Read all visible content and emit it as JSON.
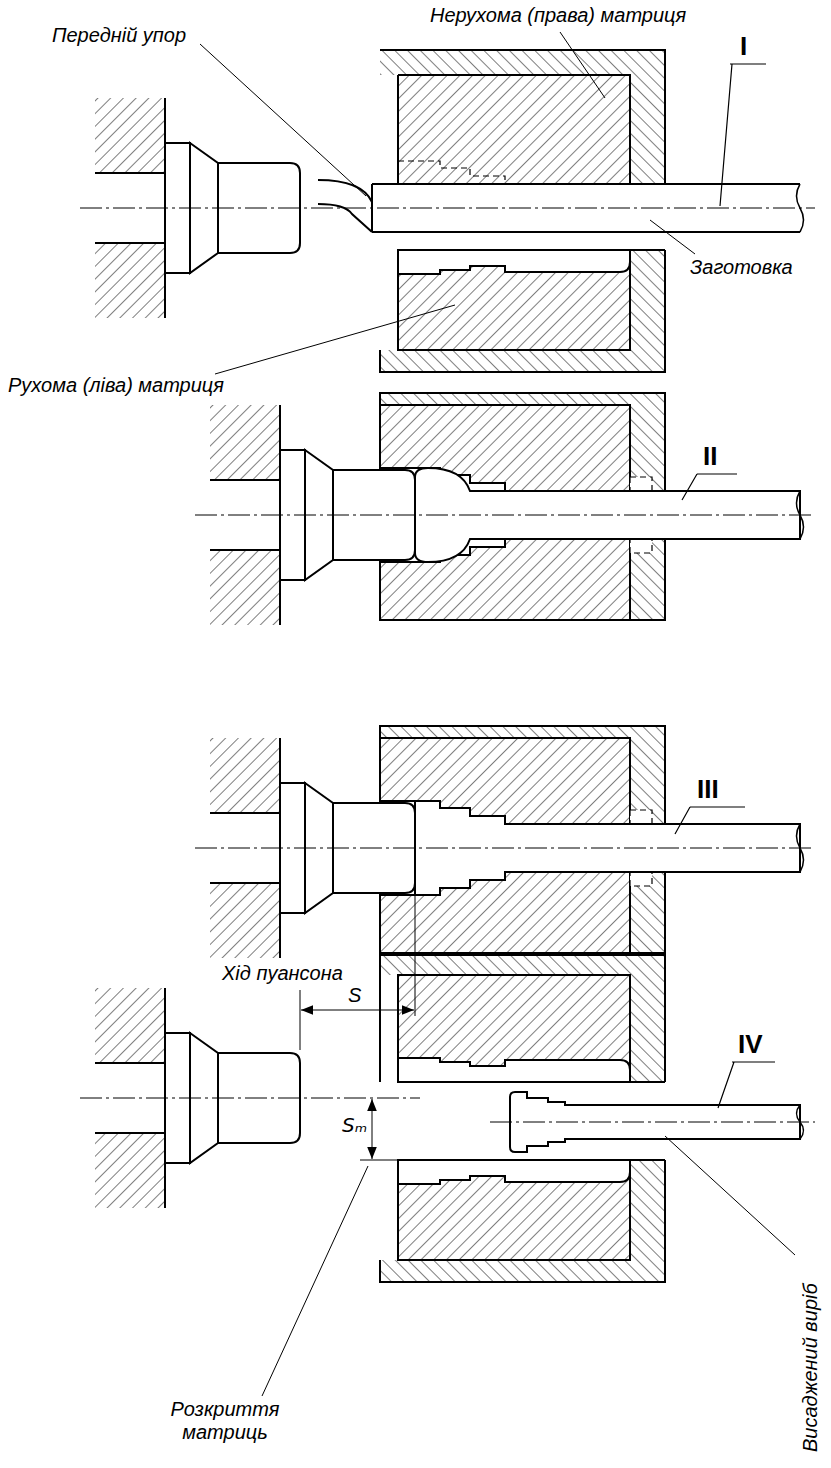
{
  "diagram": {
    "labels": [
      "Нерухома (права) матриця",
      "Передній упор",
      "I",
      "Заготовка",
      "Рухома (ліва) матриця",
      "II",
      "III",
      "Хід пуансона",
      "S",
      "IV",
      "Висаджений виріб",
      "Sₘ",
      "Розкриття матриць"
    ]
  }
}
